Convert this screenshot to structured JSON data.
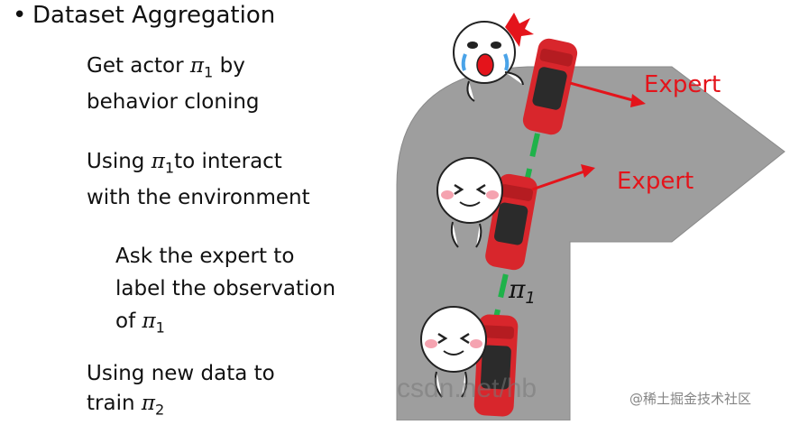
{
  "slide": {
    "bullet": "•",
    "title": "Dataset Aggregation",
    "step1": {
      "line1_pre": "Get actor ",
      "line1_pi": "π",
      "line1_sub": "1",
      "line1_post": " by",
      "line2": "behavior cloning"
    },
    "step2": {
      "line1_pre": "Using ",
      "line1_pi": "π",
      "line1_sub": "1",
      "line1_post": "to interact",
      "line2": "with the environment"
    },
    "step3": {
      "line1": "Ask the expert to",
      "line2": "label the observation",
      "line3_pre": "of ",
      "line3_pi": "π",
      "line3_sub": "1"
    },
    "step4": {
      "line1": "Using new data to",
      "line2_pre": "train ",
      "line2_pi": "π",
      "line2_sub": "2"
    }
  },
  "scene": {
    "expert_top": "Expert",
    "expert_mid": "Expert",
    "path_pi": "π",
    "path_sub": "1",
    "colors": {
      "road": "#9e9e9e",
      "car": "#d8262c",
      "path": "#1fb24a",
      "arrow": "#e4141b"
    }
  },
  "watermark": {
    "main": "csdn.net/hb",
    "badge": "@稀土掘金技术社区"
  }
}
